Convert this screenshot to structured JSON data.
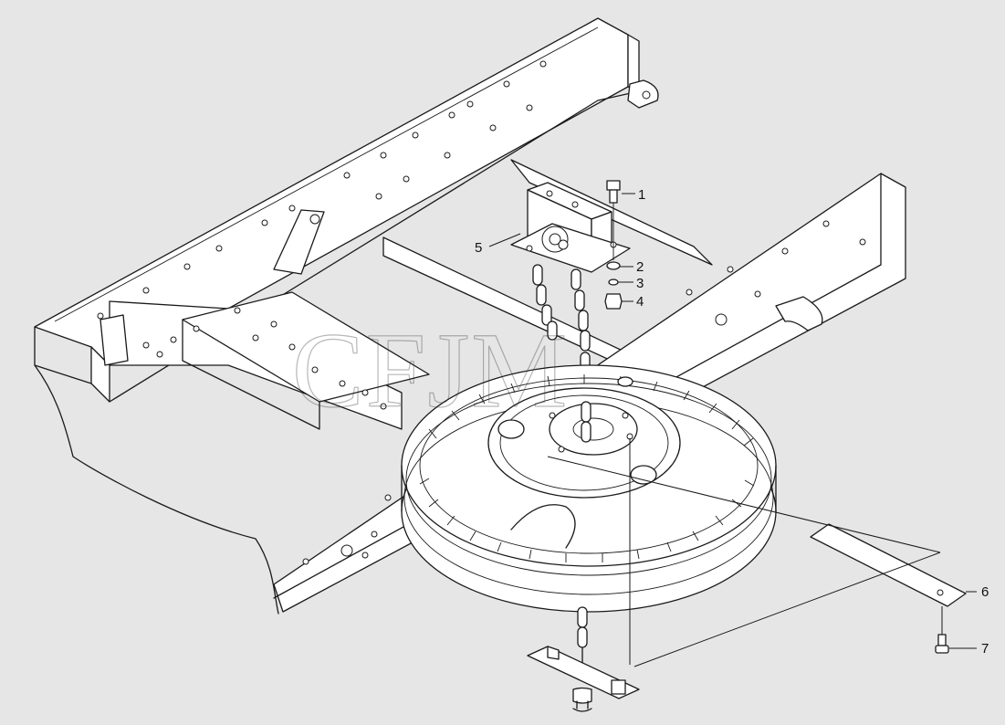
{
  "watermark": "CFJM",
  "callouts": [
    {
      "id": "1",
      "label": "1"
    },
    {
      "id": "2",
      "label": "2"
    },
    {
      "id": "3",
      "label": "3"
    },
    {
      "id": "4",
      "label": "4"
    },
    {
      "id": "5",
      "label": "5"
    },
    {
      "id": "6",
      "label": "6"
    },
    {
      "id": "7",
      "label": "7"
    }
  ],
  "colors": {
    "background": "#e6e6e6",
    "line": "#1a1a1a",
    "part_fill": "#ffffff"
  }
}
